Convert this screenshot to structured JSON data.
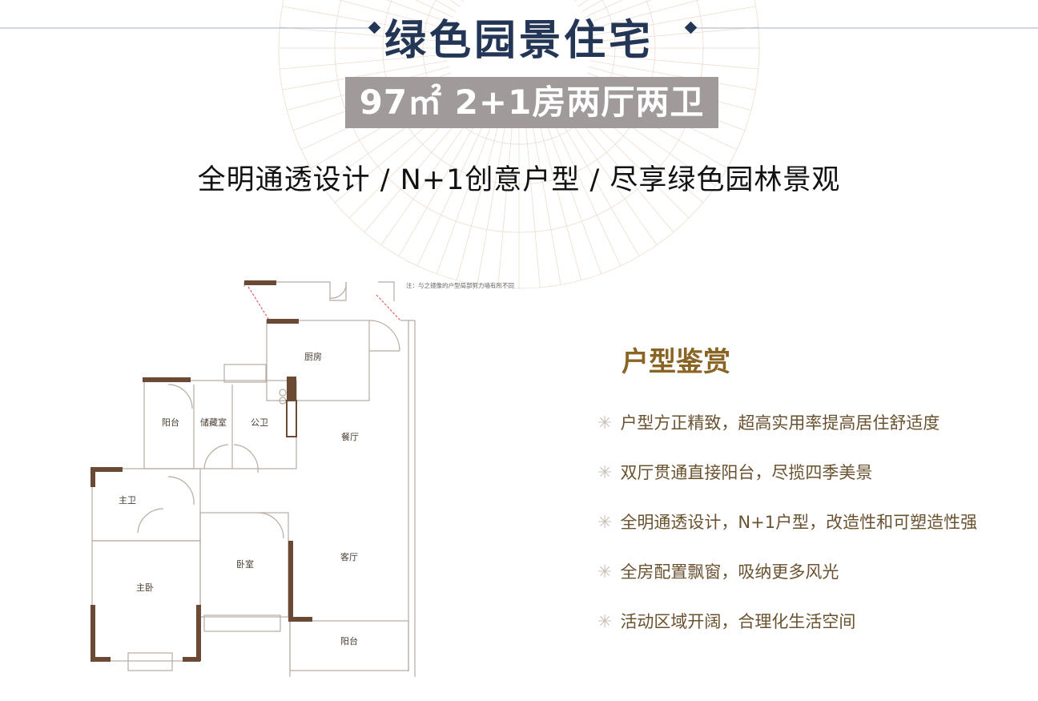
{
  "header": {
    "title": "绿色园景住宅",
    "subtitle": "97㎡ 2+1房两厅两卫",
    "tagline": "全明通透设计  /  N+1创意户型  /  尽享绿色园林景观"
  },
  "floorplan": {
    "note": "注：与之镜像的户型局部剪力墙有所不同",
    "rooms": {
      "kitchen": "厨房",
      "dining": "餐厅",
      "balcony_small": "阳台",
      "storage": "储藏室",
      "public_bath": "公卫",
      "master_bath": "主卫",
      "master_bedroom": "主卧",
      "bedroom": "卧室",
      "living_room": "客厅",
      "balcony_living": "阳台"
    }
  },
  "features": {
    "title": "户型鉴赏",
    "items": [
      "户型方正精致，超高实用率提高居住舒适度",
      "双厅贯通直接阳台，尽揽四季美景",
      "全明通透设计，N+1户型，改造性和可塑造性强",
      "全房配置飘窗，吸纳更多风光",
      "活动区域开阔，合理化生活空间"
    ]
  },
  "colors": {
    "title": "#243656",
    "subtitle_bg": "#a09a9a",
    "accent_gold": "#8a6424",
    "wall": "#6b4a35"
  }
}
